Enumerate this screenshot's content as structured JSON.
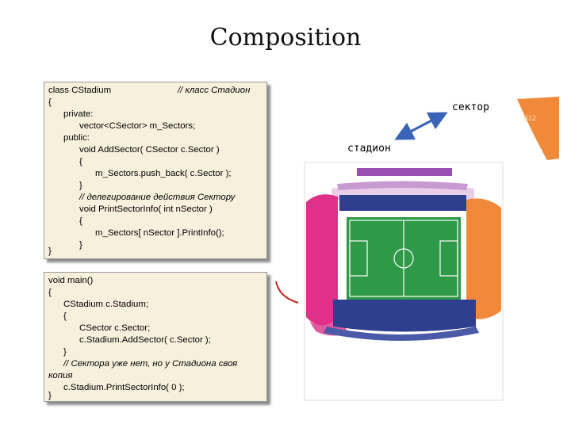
{
  "title": "Composition",
  "code_block_1": {
    "lines": [
      "class CStadium",
      "{",
      "private:",
      "vector<CSector> m_Sectors;",
      "public:",
      "void AddSector( CSector c.Sector )",
      "{",
      "m_Sectors.push_back( c.Sector );",
      "}",
      "// делегирование действия Сектору",
      "void PrintSectorInfo( int nSector )",
      "{",
      "m_Sectors[ nSector ].PrintInfo();",
      "}",
      "}"
    ],
    "header_comment": "// класс Стадион"
  },
  "code_block_2": {
    "lines": [
      "void main()",
      "{",
      "CStadium c.Stadium;",
      "{",
      "CSector c.Sector;",
      "c.Stadium.AddSector( c.Sector );",
      "}",
      "// Сектора уже нет, но у Стадиона своя",
      "копия",
      "c.Stadium.PrintSectorInfo( 0 );",
      "}"
    ]
  },
  "labels": {
    "sector": "сектор",
    "stadium": "стадион"
  },
  "sector_piece_label": "B12",
  "colors": {
    "code_bg": "#f7f0dc",
    "pink": "#e0308a",
    "purple": "#9a4fb5",
    "navy": "#2f3f8f",
    "orange": "#f08a3a",
    "field": "#2e9a48",
    "arrow": "#3a63b8",
    "bracket": "#c62828"
  }
}
